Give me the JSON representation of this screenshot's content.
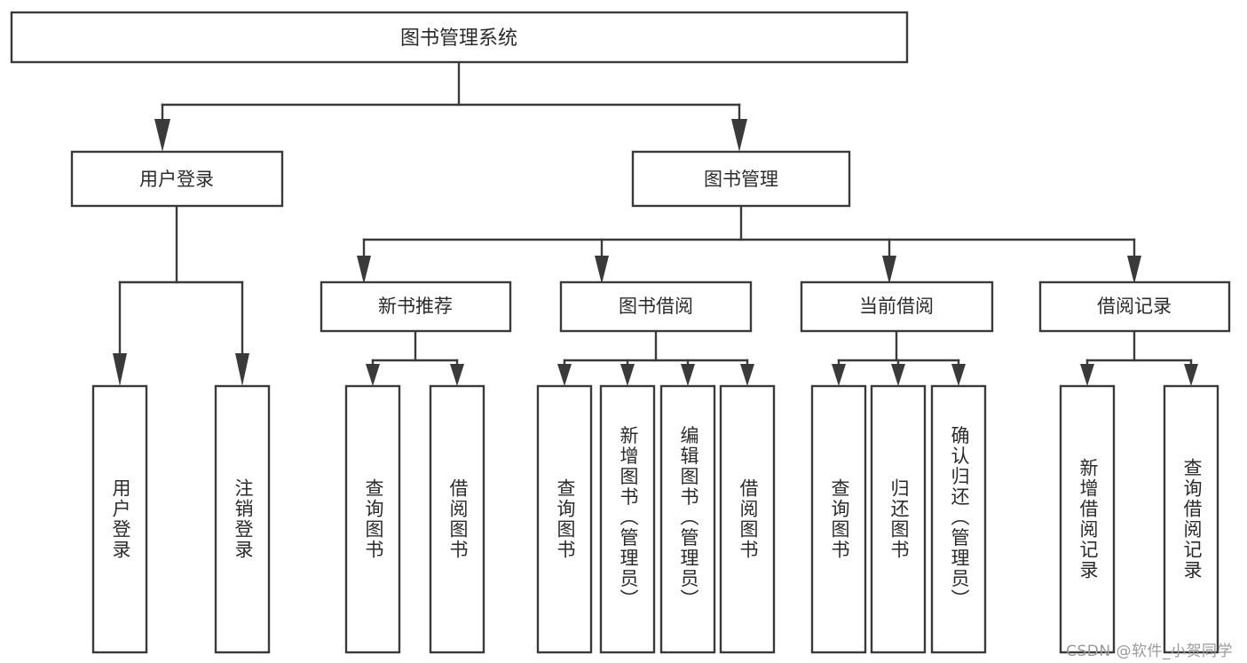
{
  "diagram": {
    "type": "tree-hierarchy-chart",
    "title": "图书管理系统",
    "colors": {
      "stroke": "#3a3a3a",
      "box_fill": "#ffffff",
      "text": "#2b2b2b",
      "background": "#ffffff",
      "watermark": "#9a9a9a"
    },
    "root": {
      "label": "图书管理系统"
    },
    "level1": [
      {
        "label": "用户登录"
      },
      {
        "label": "图书管理"
      }
    ],
    "level2": [
      {
        "label": "新书推荐"
      },
      {
        "label": "图书借阅"
      },
      {
        "label": "当前借阅"
      },
      {
        "label": "借阅记录"
      }
    ],
    "leaves": {
      "user_login": [
        {
          "label": "用户登录"
        },
        {
          "label": "注销登录"
        }
      ],
      "new_book_recommend": [
        {
          "label": "查询图书"
        },
        {
          "label": "借阅图书"
        }
      ],
      "book_borrow": [
        {
          "label": "查询图书"
        },
        {
          "label": "新增图书（管理员）"
        },
        {
          "label": "编辑图书（管理员）"
        },
        {
          "label": "借阅图书"
        }
      ],
      "current_borrow": [
        {
          "label": "查询图书"
        },
        {
          "label": "归还图书"
        },
        {
          "label": "确认归还（管理员）"
        }
      ],
      "borrow_records": [
        {
          "label": "新增借阅记录"
        },
        {
          "label": "查询借阅记录"
        }
      ]
    }
  },
  "watermark": {
    "text": "CSDN @软件_小贺同学"
  }
}
